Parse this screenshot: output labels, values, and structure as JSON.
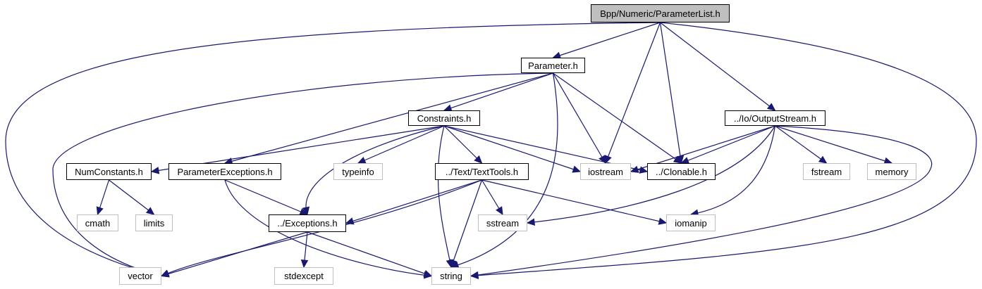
{
  "diagram": {
    "type": "include-dependency-graph",
    "root": "Bpp/Numeric/ParameterList.h",
    "nodes": [
      {
        "id": "root",
        "label": "Bpp/Numeric/ParameterList.h",
        "kind": "root"
      },
      {
        "id": "parameter",
        "label": "Parameter.h",
        "kind": "local"
      },
      {
        "id": "constraints",
        "label": "Constraints.h",
        "kind": "local"
      },
      {
        "id": "outputstream",
        "label": "../Io/OutputStream.h",
        "kind": "local"
      },
      {
        "id": "numconstants",
        "label": "NumConstants.h",
        "kind": "local"
      },
      {
        "id": "paramexceptions",
        "label": "ParameterExceptions.h",
        "kind": "local"
      },
      {
        "id": "typeinfo",
        "label": "typeinfo",
        "kind": "system"
      },
      {
        "id": "texttools",
        "label": "../Text/TextTools.h",
        "kind": "local"
      },
      {
        "id": "iostream",
        "label": "iostream",
        "kind": "system"
      },
      {
        "id": "clonable",
        "label": "../Clonable.h",
        "kind": "local"
      },
      {
        "id": "fstream",
        "label": "fstream",
        "kind": "system"
      },
      {
        "id": "memory",
        "label": "memory",
        "kind": "system"
      },
      {
        "id": "cmath",
        "label": "cmath",
        "kind": "system"
      },
      {
        "id": "limits",
        "label": "limits",
        "kind": "system"
      },
      {
        "id": "exceptions",
        "label": "../Exceptions.h",
        "kind": "local"
      },
      {
        "id": "sstream",
        "label": "sstream",
        "kind": "system"
      },
      {
        "id": "iomanip",
        "label": "iomanip",
        "kind": "system"
      },
      {
        "id": "vector",
        "label": "vector",
        "kind": "system"
      },
      {
        "id": "stdexcept",
        "label": "stdexcept",
        "kind": "system"
      },
      {
        "id": "string",
        "label": "string",
        "kind": "system"
      }
    ],
    "edges": [
      [
        "root",
        "parameter"
      ],
      [
        "root",
        "iostream"
      ],
      [
        "root",
        "clonable"
      ],
      [
        "root",
        "outputstream"
      ],
      [
        "root",
        "vector"
      ],
      [
        "root",
        "string"
      ],
      [
        "parameter",
        "constraints"
      ],
      [
        "parameter",
        "paramexceptions"
      ],
      [
        "parameter",
        "iostream"
      ],
      [
        "parameter",
        "clonable"
      ],
      [
        "parameter",
        "vector"
      ],
      [
        "parameter",
        "string"
      ],
      [
        "constraints",
        "numconstants"
      ],
      [
        "constraints",
        "exceptions"
      ],
      [
        "constraints",
        "typeinfo"
      ],
      [
        "constraints",
        "texttools"
      ],
      [
        "constraints",
        "iostream"
      ],
      [
        "constraints",
        "clonable"
      ],
      [
        "constraints",
        "string"
      ],
      [
        "outputstream",
        "iostream"
      ],
      [
        "outputstream",
        "clonable"
      ],
      [
        "outputstream",
        "fstream"
      ],
      [
        "outputstream",
        "memory"
      ],
      [
        "outputstream",
        "sstream"
      ],
      [
        "outputstream",
        "iomanip"
      ],
      [
        "outputstream",
        "string"
      ],
      [
        "numconstants",
        "cmath"
      ],
      [
        "numconstants",
        "limits"
      ],
      [
        "paramexceptions",
        "exceptions"
      ],
      [
        "paramexceptions",
        "string"
      ],
      [
        "texttools",
        "exceptions"
      ],
      [
        "texttools",
        "sstream"
      ],
      [
        "texttools",
        "iomanip"
      ],
      [
        "texttools",
        "string"
      ],
      [
        "texttools",
        "vector"
      ],
      [
        "exceptions",
        "vector"
      ],
      [
        "exceptions",
        "stdexcept"
      ],
      [
        "exceptions",
        "string"
      ]
    ]
  }
}
